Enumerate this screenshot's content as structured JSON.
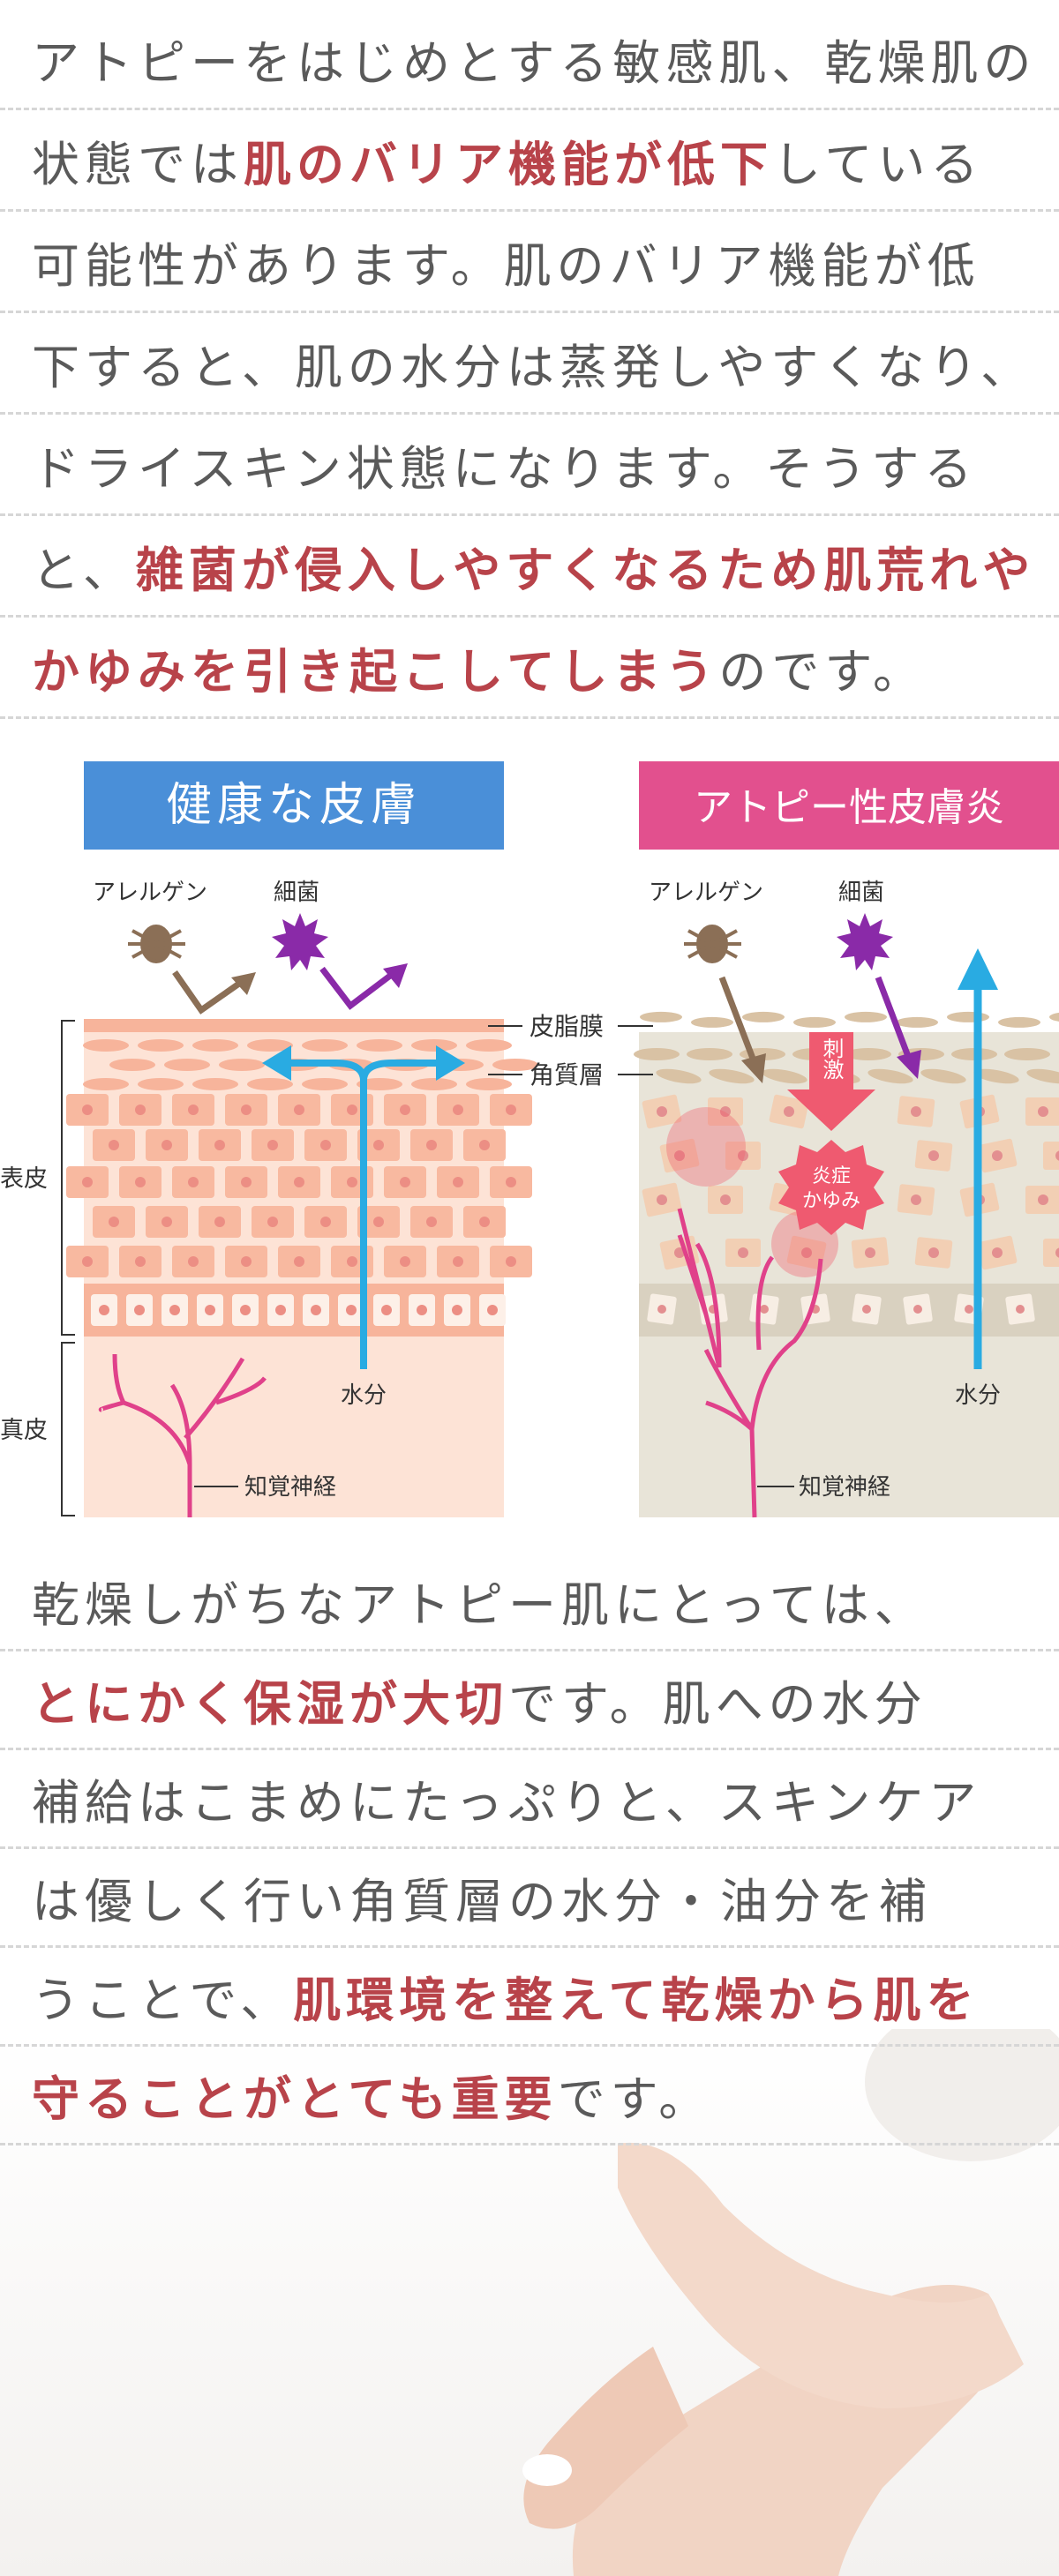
{
  "intro": {
    "lines": [
      [
        {
          "text": "アトピーをはじめとする敏感肌、乾燥肌の",
          "em": false
        }
      ],
      [
        {
          "text": "状態では",
          "em": false
        },
        {
          "text": "肌のバリア機能が低下",
          "em": true
        },
        {
          "text": "している",
          "em": false
        }
      ],
      [
        {
          "text": "可能性があります。肌のバリア機能が低",
          "em": false
        }
      ],
      [
        {
          "text": "下すると、肌の水分は蒸発しやすくなり、",
          "em": false
        }
      ],
      [
        {
          "text": "ドライスキン状態になります。そうする",
          "em": false
        }
      ],
      [
        {
          "text": "と、",
          "em": false
        },
        {
          "text": "雑菌が侵入しやすくなるため肌荒れや",
          "em": true
        }
      ],
      [
        {
          "text": "かゆみを引き起こしてしまう",
          "em": true
        },
        {
          "text": "のです。",
          "em": false
        }
      ]
    ]
  },
  "diagram": {
    "healthy": {
      "title": "健康な皮膚",
      "allergen": "アレルゲン",
      "bacteria": "細菌",
      "water": "水分",
      "nerve": "知覚神経"
    },
    "atopic": {
      "title": "アトピー性皮膚炎",
      "allergen": "アレルゲン",
      "bacteria": "細菌",
      "stimulus": "刺激",
      "inflammation": "炎症",
      "itch": "かゆみ",
      "water": "水分",
      "nerve": "知覚神経"
    },
    "labels": {
      "sebum": "皮脂膜",
      "stratum": "角質層",
      "epidermis": "表皮",
      "dermis": "真皮"
    },
    "colors": {
      "healthy_header": "#4a8fd8",
      "atopic_header": "#e2508e",
      "water_arrow": "#29abe2",
      "nerve": "#e0418a"
    }
  },
  "outro": {
    "lines": [
      [
        {
          "text": "乾燥しがちなアトピー肌にとっては、",
          "em": false
        }
      ],
      [
        {
          "text": "とにかく保湿が大切",
          "em": true
        },
        {
          "text": "です。肌への水分",
          "em": false
        }
      ],
      [
        {
          "text": "補給はこまめにたっぷりと、スキンケア",
          "em": false
        }
      ],
      [
        {
          "text": "は優しく行い角質層の水分・油分を補",
          "em": false
        }
      ],
      [
        {
          "text": "うことで、",
          "em": false
        },
        {
          "text": "肌環境を整えて乾燥から肌を",
          "em": true
        }
      ],
      [
        {
          "text": "守ることがとても重要",
          "em": true
        },
        {
          "text": "です。",
          "em": false
        }
      ]
    ]
  },
  "colors": {
    "text": "#5a5a5a",
    "emphasis": "#b8434a"
  }
}
